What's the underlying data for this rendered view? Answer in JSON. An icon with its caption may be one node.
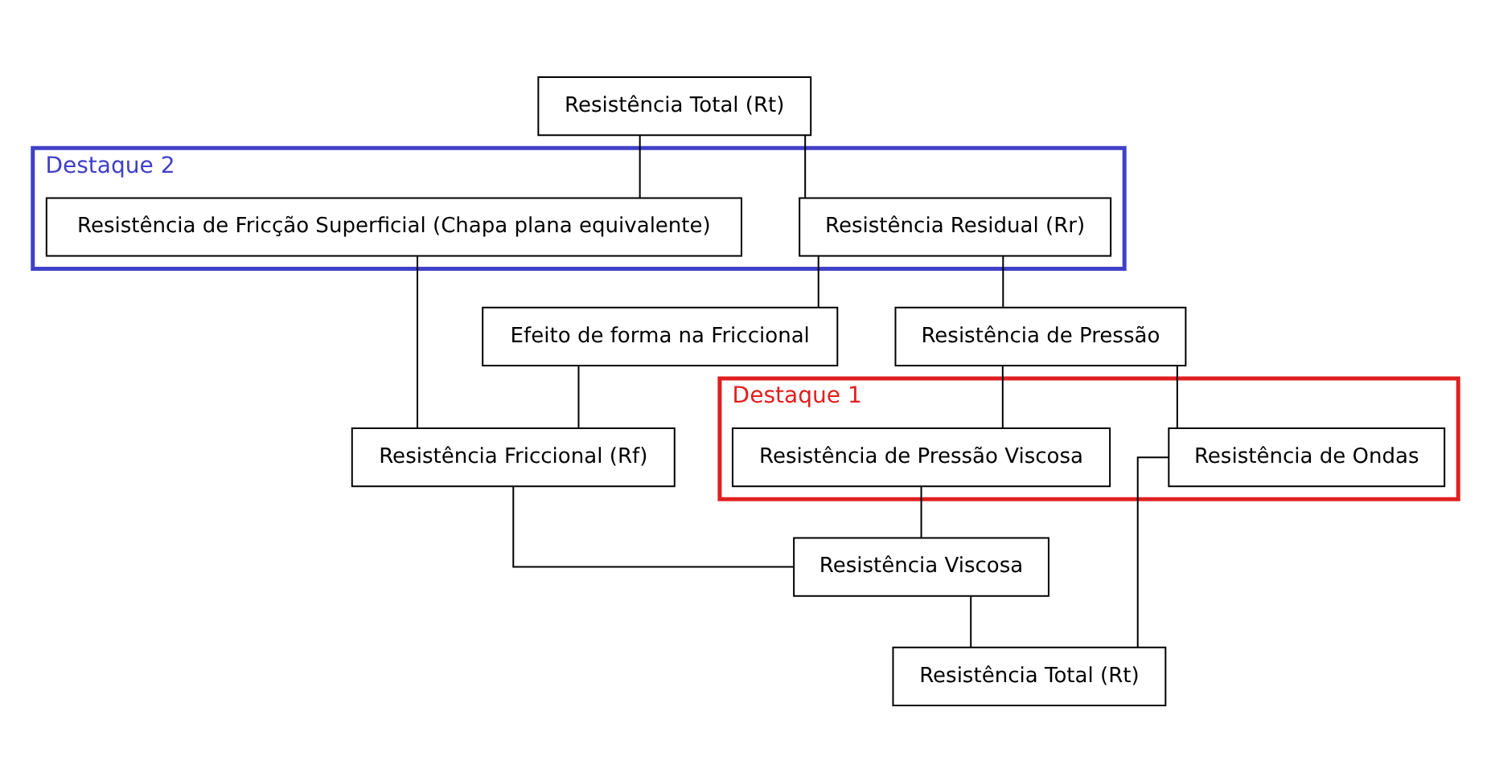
{
  "diagram": {
    "nodes": [
      {
        "text": [
          "Resistência Total (Rt)"
        ]
      },
      {
        "text": [
          "Destaque 2"
        ]
      },
      {
        "text": [
          "Resistência Residual (Rr)"
        ],
        "in": 1
      },
      {
        "text": [
          "Resistência de Fricção Superficial (Chapa plana equivalente)"
        ],
        "in": 1
      },
      {
        "text": [
          "Efeito de forma na Friccional"
        ]
      },
      {
        "text": [
          "Resistência de Pressão"
        ]
      },
      {
        "text": [
          "Resistência Friccional (Rf)"
        ]
      },
      {
        "text": [
          "Destaque 1"
        ]
      },
      {
        "text": [
          "Resistência de Ondas"
        ],
        "in": 7
      },
      {
        "text": [
          "Resistência de Pressão Viscosa"
        ],
        "in": 7
      },
      {
        "text": [
          "Resistência Viscosa"
        ]
      },
      {
        "text": [
          "Resistência Total (Rt)"
        ]
      }
    ],
    "edges": [
      {
        "from": 0,
        "to": 2,
        "arrow": "none"
      },
      {
        "from": 0,
        "to": 3,
        "arrow": "none"
      },
      {
        "from": 2,
        "to": 5,
        "arrow": "none"
      },
      {
        "from": 2,
        "to": 4,
        "arrow": "none"
      },
      {
        "from": 3,
        "to": 6,
        "arrow": "none"
      },
      {
        "from": 4,
        "to": 6,
        "arrow": "none"
      },
      {
        "from": 5,
        "to": 8,
        "arrow": "none"
      },
      {
        "from": 5,
        "to": 9,
        "arrow": "none"
      },
      {
        "from": 9,
        "to": 10,
        "arrow": "none"
      },
      {
        "from": 6,
        "to": 10,
        "arrow": "none"
      },
      {
        "from": 8,
        "to": 11,
        "arrow": "none"
      },
      {
        "from": 10,
        "to": 11,
        "arrow": "none"
      }
    ]
  }
}
